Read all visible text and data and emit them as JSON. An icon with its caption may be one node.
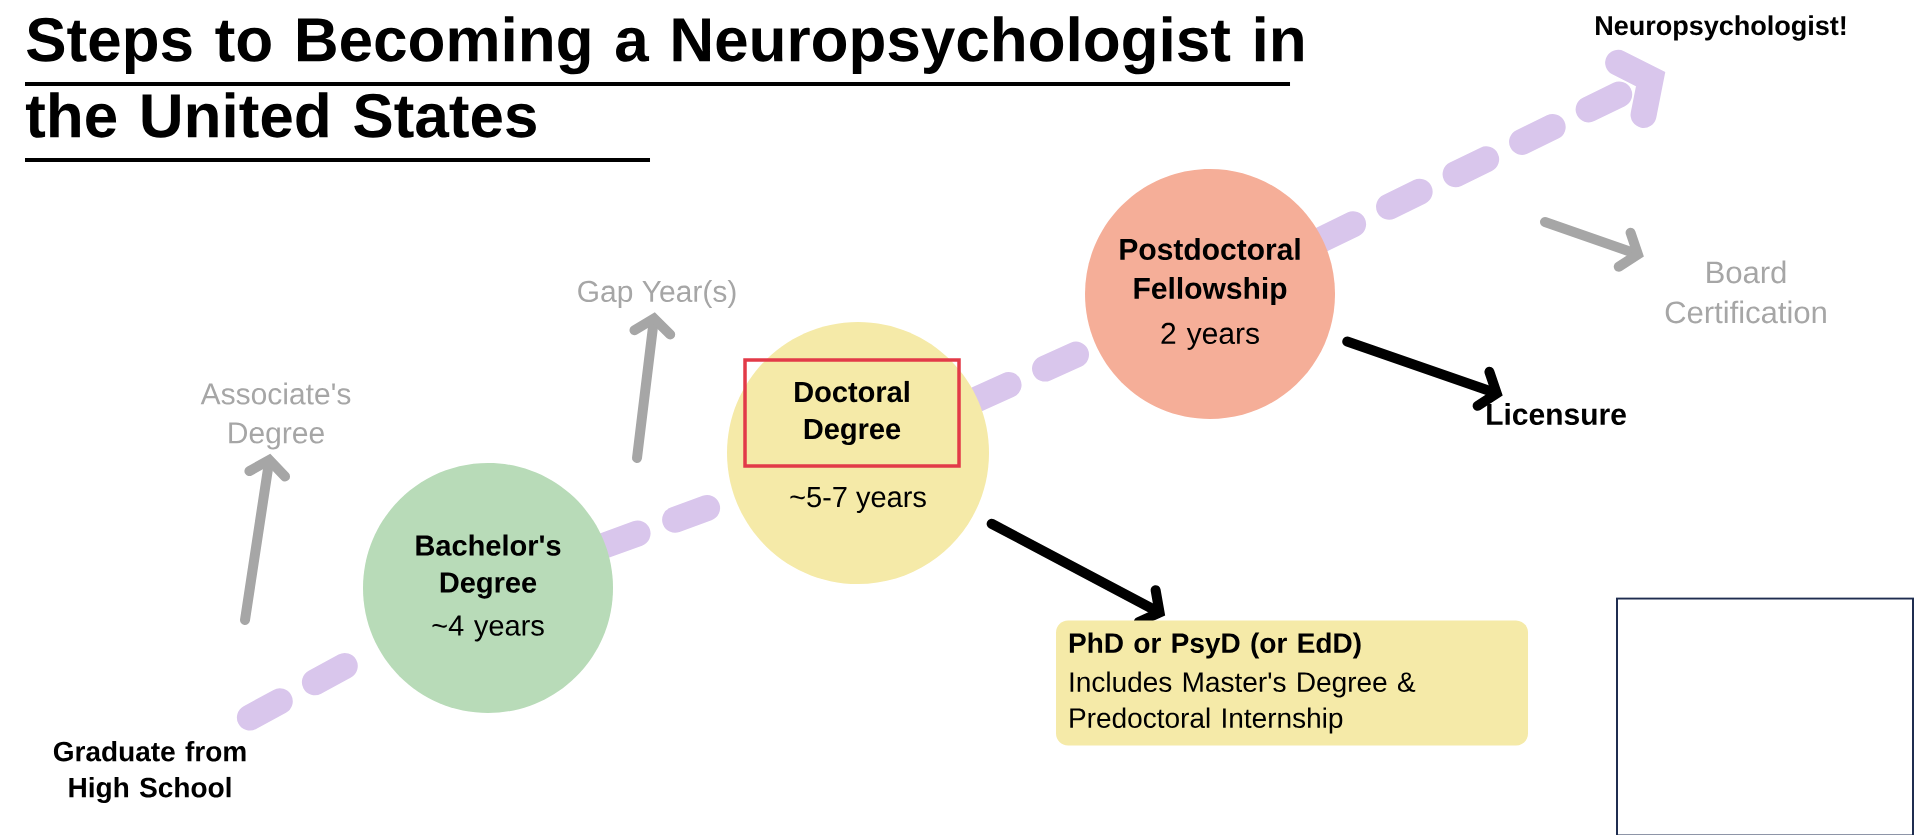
{
  "diagram": {
    "title": "Steps to Becoming a Neuropsychologist in the United States",
    "nodes": [
      {
        "text": [
          "Graduate from High School"
        ]
      },
      {
        "text": [
          "Associate's Degree"
        ]
      },
      {
        "text": [
          "Bachelor's Degree",
          "~4 years"
        ]
      },
      {
        "text": [
          "Gap Year(s)"
        ]
      },
      {
        "text": [
          "~5-7 years"
        ]
      },
      {
        "text": [
          "Doctoral Degree"
        ],
        "in": 4
      },
      {
        "text": [
          "PhD or PsyD (or EdD)",
          "Includes Master's Degree & Predoctoral Internship"
        ]
      },
      {
        "text": [
          "Postdoctoral Fellowship",
          "2  years"
        ]
      },
      {
        "text": [
          "Licensure"
        ]
      },
      {
        "text": [
          "Neuropsychologist!"
        ]
      },
      {
        "text": [
          "Board Certification"
        ]
      },
      {
        "text": [],
        "shape": "box"
      }
    ],
    "edges": [
      {
        "from": 0,
        "to": 2,
        "arrow": "none",
        "style": "dashed",
        "color": "#d9c6ec"
      },
      {
        "from": 2,
        "to": 4,
        "arrow": "none",
        "style": "dashed",
        "color": "#d9c6ec"
      },
      {
        "from": 4,
        "to": 7,
        "arrow": "none",
        "style": "dashed",
        "color": "#d9c6ec"
      },
      {
        "from": 7,
        "to": 9,
        "arrow": "to",
        "style": "dashed",
        "color": "#d9c6ec"
      },
      {
        "from": null,
        "to": 1,
        "arrow": "to",
        "color": "#a6a6a6"
      },
      {
        "from": null,
        "to": 3,
        "arrow": "to",
        "color": "#a6a6a6"
      },
      {
        "from": null,
        "to": 10,
        "arrow": "to",
        "color": "#a6a6a6"
      },
      {
        "from": 4,
        "to": 6,
        "arrow": "to",
        "color": "#000000"
      },
      {
        "from": 7,
        "to": 8,
        "arrow": "to",
        "color": "#000000"
      }
    ]
  }
}
